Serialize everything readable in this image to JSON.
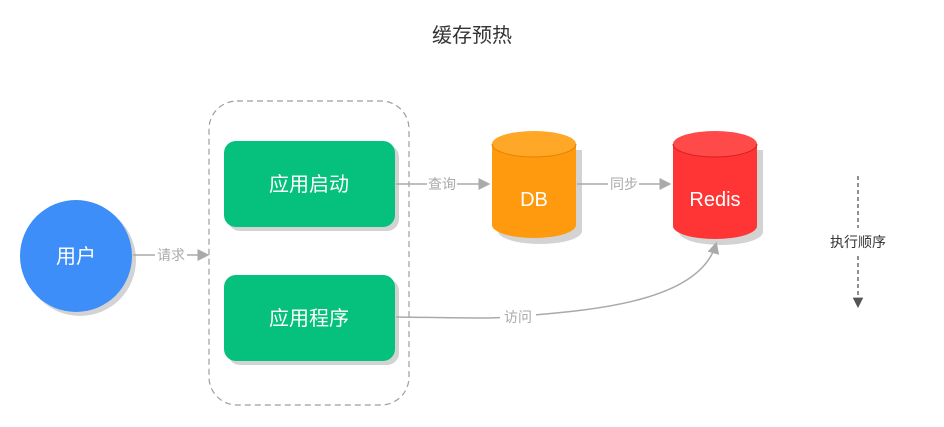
{
  "title": "缓存预热",
  "nodes": {
    "user": {
      "label": "用户",
      "color": "#3d8ef8"
    },
    "app_start": {
      "label": "应用启动",
      "color": "#05c17d"
    },
    "app_program": {
      "label": "应用程序",
      "color": "#05c17d"
    },
    "db": {
      "label": "DB",
      "color": "#ff9a0f"
    },
    "redis": {
      "label": "Redis",
      "color": "#ff3434"
    }
  },
  "edges": {
    "request": "请求",
    "query": "查询",
    "sync": "同步",
    "access": "访问"
  },
  "legend": {
    "execution_order": "执行顺序"
  },
  "colors": {
    "edge": "#aaaaaa",
    "dashed_border": "#9e9e9e",
    "shadow": "#d3d3d3"
  }
}
